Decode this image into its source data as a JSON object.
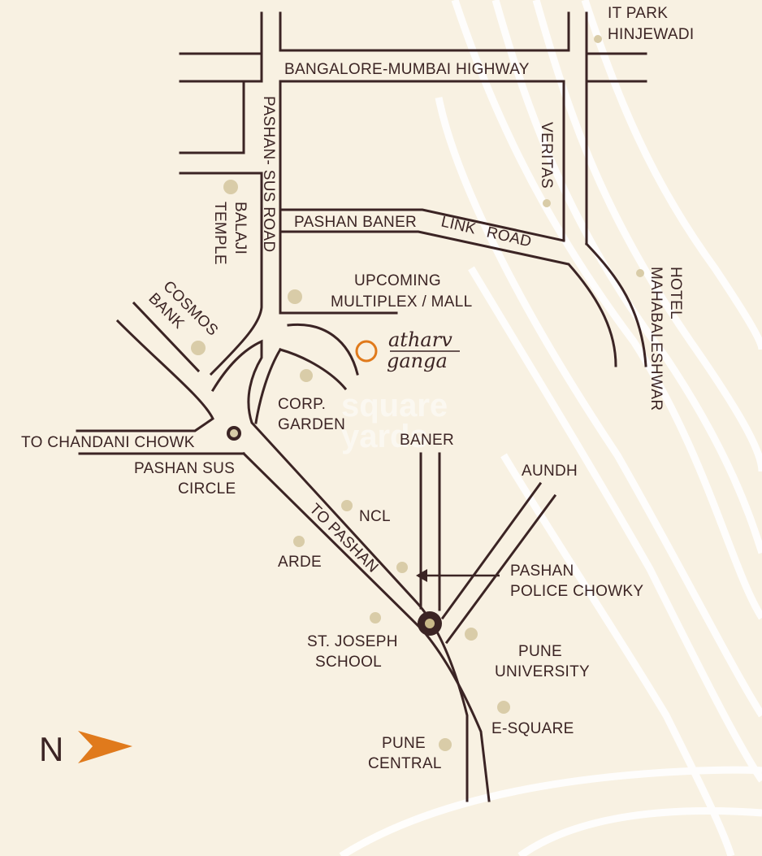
{
  "roads": {
    "highway": "BANGALORE-MUMBAI HIGHWAY",
    "pashan_sus_road": "PASHAN- SUS ROAD",
    "link_road_1": "PASHAN BANER",
    "link_road_2": "LINK",
    "link_road_3": "ROAD",
    "veritas": "VERITAS",
    "to_pashan": "TO PASHAN",
    "to_chandani_chowk": "TO CHANDANI CHOWK",
    "baner": "BANER",
    "aundh": "AUNDH"
  },
  "places": {
    "it_park_1": "IT PARK",
    "it_park_2": "HINJEWADI",
    "balaji_1": "BALAJI",
    "balaji_2": "TEMPLE",
    "cosmos_1": "COSMOS",
    "cosmos_2": "BANK",
    "multiplex_1": "UPCOMING",
    "multiplex_2": "MULTIPLEX / MALL",
    "corp_garden_1": "CORP.",
    "corp_garden_2": "GARDEN",
    "pashan_circle_1": "PASHAN SUS",
    "pashan_circle_2": "CIRCLE",
    "ncl": "NCL",
    "arde": "ARDE",
    "police_1": "PASHAN",
    "police_2": "POLICE CHOWKY",
    "st_joseph_1": "ST. JOSEPH",
    "st_joseph_2": "SCHOOL",
    "pune_univ_1": "PUNE",
    "pune_univ_2": "UNIVERSITY",
    "esquare": "E-SQUARE",
    "pune_central_1": "PUNE",
    "pune_central_2": "CENTRAL",
    "hotel_1": "HOTEL",
    "hotel_2": "MAHABALESHWAR"
  },
  "project": {
    "name_1": "atharv",
    "name_2": "ganga"
  },
  "north_label": "N",
  "watermark_1": "square",
  "watermark_2": "yards",
  "colors": {
    "background": "#f8f1e2",
    "road": "#3b2424",
    "landmark_dot": "#d9cca8",
    "accent": "#e07a1c"
  }
}
